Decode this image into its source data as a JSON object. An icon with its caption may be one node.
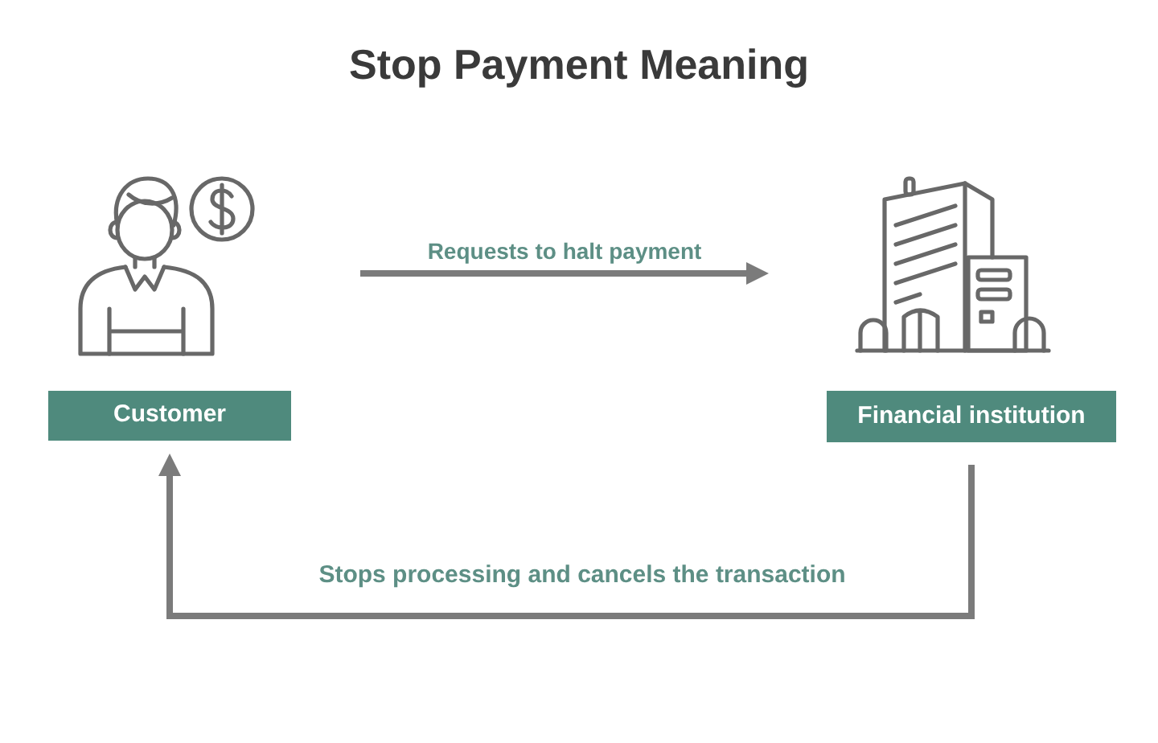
{
  "diagram": {
    "title": "Stop Payment Meaning",
    "nodes": [
      {
        "text": [],
        "shape": "picture"
      },
      {
        "text": [
          "Customer"
        ]
      },
      {
        "text": [],
        "shape": "picture"
      },
      {
        "text": [
          "Financial institution"
        ]
      }
    ],
    "edges": [
      {
        "from": 0,
        "to": 2,
        "arrow": "to",
        "label": "Requests to halt payment"
      },
      {
        "from": 3,
        "to": 1,
        "arrow": "to",
        "label": "Stops processing and cancels the transaction"
      }
    ]
  }
}
